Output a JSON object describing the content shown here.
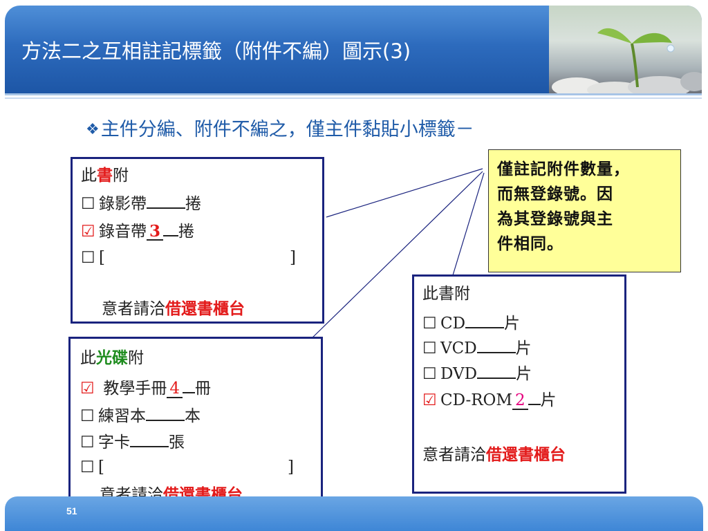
{
  "header": {
    "title": "方法二之互相註記標籤（附件不編）圖示(3)"
  },
  "subtitle": {
    "bullet": "❖",
    "text": "主件分編、附件不編之，僅主件黏貼小標籤－"
  },
  "note": {
    "lines": [
      "僅註記附件數量，",
      "而無登錄號。因",
      "為其登錄號與主",
      "件相同。"
    ]
  },
  "box_book": {
    "title_pre": "此",
    "title_em": "書",
    "title_post": "附",
    "item1": "錄影帶",
    "item1_unit": "捲",
    "item2": "錄音帶",
    "item2_count": "3",
    "item2_unit": "捲",
    "bracket_open": "[",
    "bracket_close": "]",
    "footer_pre": "意者請洽",
    "footer_em": "借還書櫃台"
  },
  "box_disc": {
    "title_pre": "此",
    "title_em": "光碟",
    "title_post": "附",
    "item1": "教學手冊",
    "item1_count": "4",
    "item1_unit": "冊",
    "item2": "練習本",
    "item2_unit": "本",
    "item3": "字卡",
    "item3_unit": "張",
    "bracket_open": "[",
    "bracket_close": "]",
    "footer_pre": "意者請洽",
    "footer_em": "借還書櫃台"
  },
  "box_cd": {
    "title": "此書附",
    "item1": "CD",
    "item1_unit": "片",
    "item2": "VCD",
    "item2_unit": "片",
    "item3": "DVD",
    "item3_unit": "片",
    "item4": "CD-ROM",
    "item4_count": "2",
    "item4_unit": "片",
    "footer_pre": "意者請洽",
    "footer_em": "借還書櫃台"
  },
  "checkbox": {
    "unchecked": "☐",
    "checked": "☑"
  },
  "footer": {
    "page_number": "51"
  },
  "colors": {
    "accent_blue": "#1f5ba8",
    "box_border": "#1a237e",
    "highlight_red": "#e31b1b",
    "note_bg": "#ffff99"
  }
}
